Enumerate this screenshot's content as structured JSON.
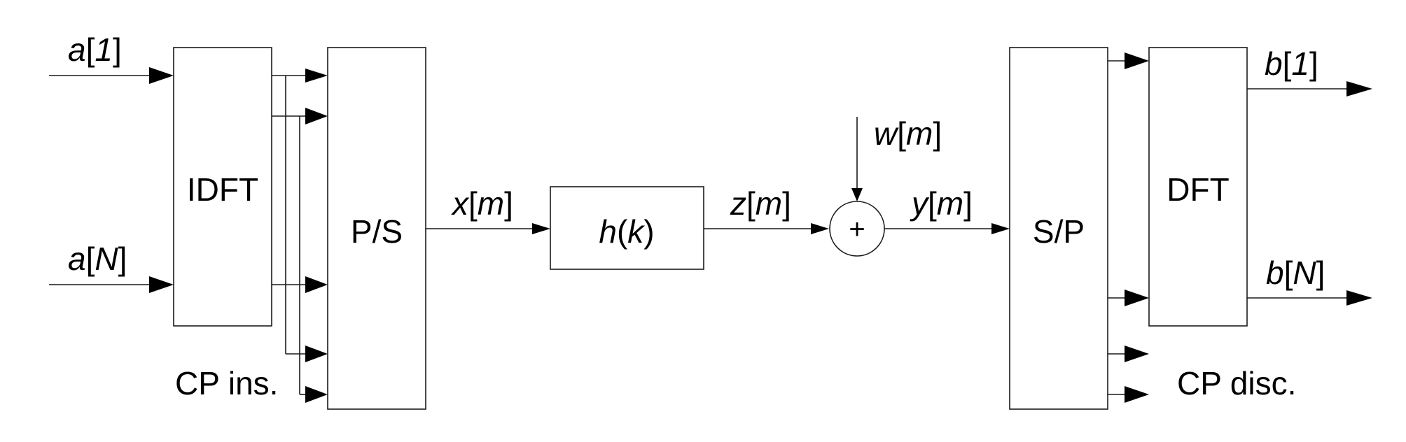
{
  "blocks": {
    "idft": "IDFT",
    "ps": "P/S",
    "channel": {
      "h": "h",
      "open": "(",
      "k": "k",
      "close": ")"
    },
    "sp": "S/P",
    "dft": "DFT",
    "adder": "+"
  },
  "signals": {
    "a1": {
      "name": "a",
      "open": "[",
      "index": "1",
      "close": "]"
    },
    "aN": {
      "name": "a",
      "open": "[",
      "index": "N",
      "close": "]"
    },
    "x": {
      "name": "x",
      "open": "[",
      "index": "m",
      "close": "]"
    },
    "z": {
      "name": "z",
      "open": "[",
      "index": "m",
      "close": "]"
    },
    "w": {
      "name": "w",
      "open": "[",
      "index": "m",
      "close": "]"
    },
    "y": {
      "name": "y",
      "open": "[",
      "index": "m",
      "close": "]"
    },
    "b1": {
      "name": "b",
      "open": "[",
      "index": "1",
      "close": "]"
    },
    "bN": {
      "name": "b",
      "open": "[",
      "index": "N",
      "close": "]"
    }
  },
  "annotations": {
    "cp_ins": "CP ins.",
    "cp_disc": "CP disc."
  }
}
